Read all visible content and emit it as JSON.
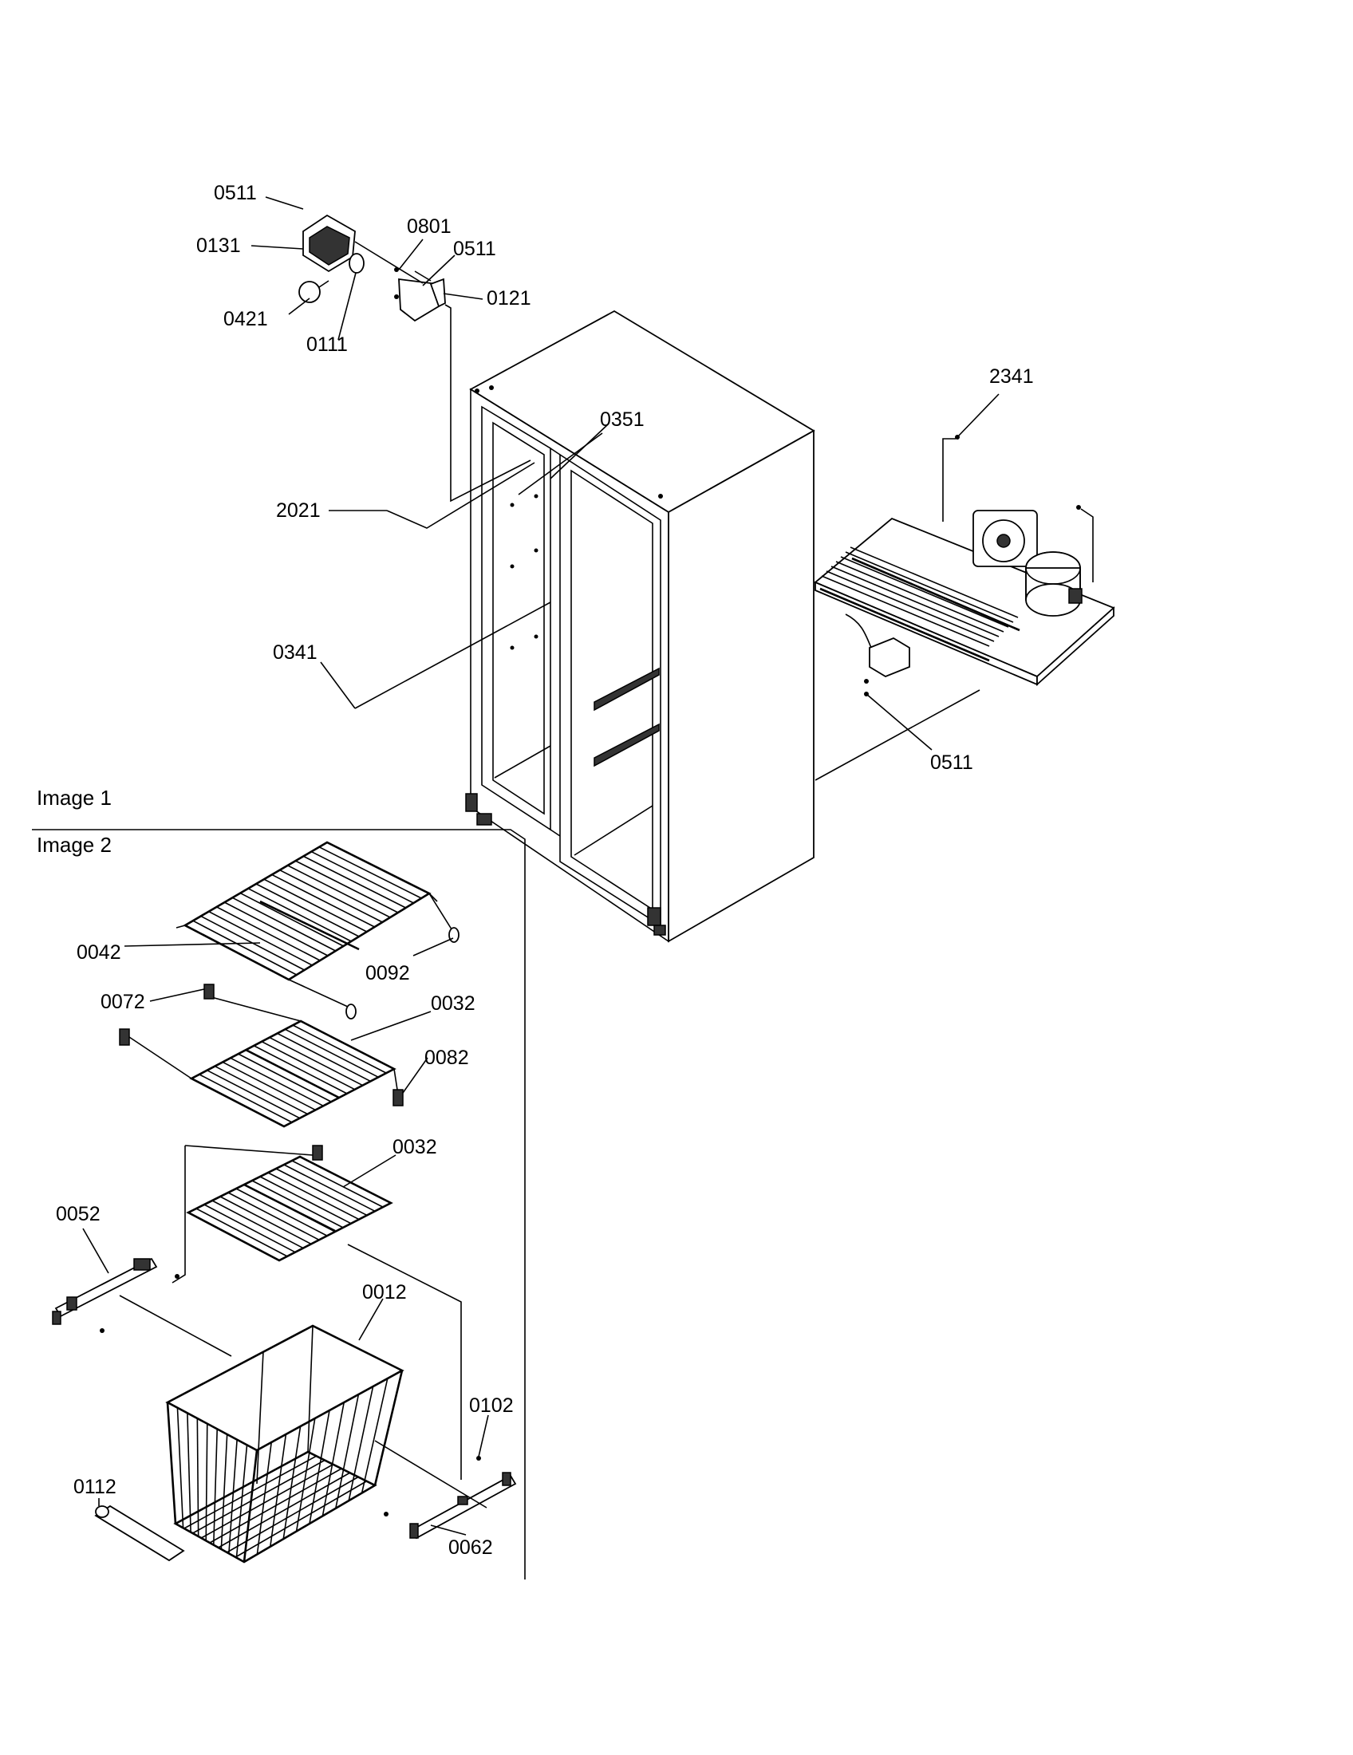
{
  "headings": {
    "image1": "Image 1",
    "image2": "Image 2"
  },
  "labels": {
    "p0511_top": "0511",
    "p0131": "0131",
    "p0801": "0801",
    "p0511_b": "0511",
    "p0121": "0121",
    "p0421": "0421",
    "p0111": "0111",
    "p0351": "0351",
    "p2021": "2021",
    "p0341": "0341",
    "p2341": "2341",
    "p0511_c": "0511",
    "p0042": "0042",
    "p0092": "0092",
    "p0072": "0072",
    "p0032_a": "0032",
    "p0082": "0082",
    "p0032_b": "0032",
    "p0052": "0052",
    "p0012": "0012",
    "p0102": "0102",
    "p0112": "0112",
    "p0062": "0062"
  }
}
